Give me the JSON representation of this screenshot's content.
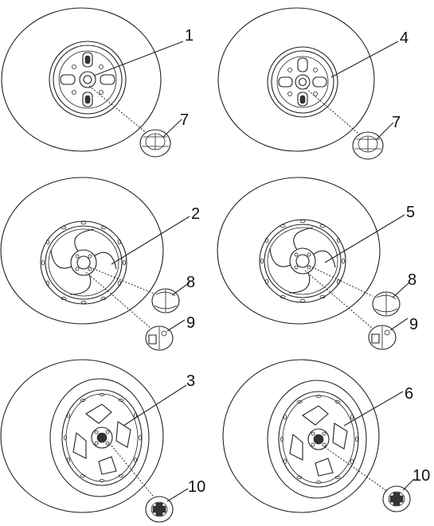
{
  "parts": [
    {
      "id": "wheel-1",
      "label": "1",
      "style": "slotted-cover"
    },
    {
      "id": "wheel-4",
      "label": "4",
      "style": "slotted-cover"
    },
    {
      "id": "wheel-2",
      "label": "2",
      "style": "curved-spoke"
    },
    {
      "id": "wheel-5",
      "label": "5",
      "style": "curved-spoke"
    },
    {
      "id": "wheel-3",
      "label": "3",
      "style": "blade-cover"
    },
    {
      "id": "wheel-6",
      "label": "6",
      "style": "blade-cover"
    }
  ],
  "nuts": [
    {
      "id": "nut-7a",
      "label": "7"
    },
    {
      "id": "nut-7b",
      "label": "7"
    },
    {
      "id": "nut-8a",
      "label": "8"
    },
    {
      "id": "nut-9a",
      "label": "9"
    },
    {
      "id": "nut-8b",
      "label": "8"
    },
    {
      "id": "nut-9b",
      "label": "9"
    },
    {
      "id": "nut-10a",
      "label": "10"
    },
    {
      "id": "nut-10b",
      "label": "10"
    }
  ]
}
